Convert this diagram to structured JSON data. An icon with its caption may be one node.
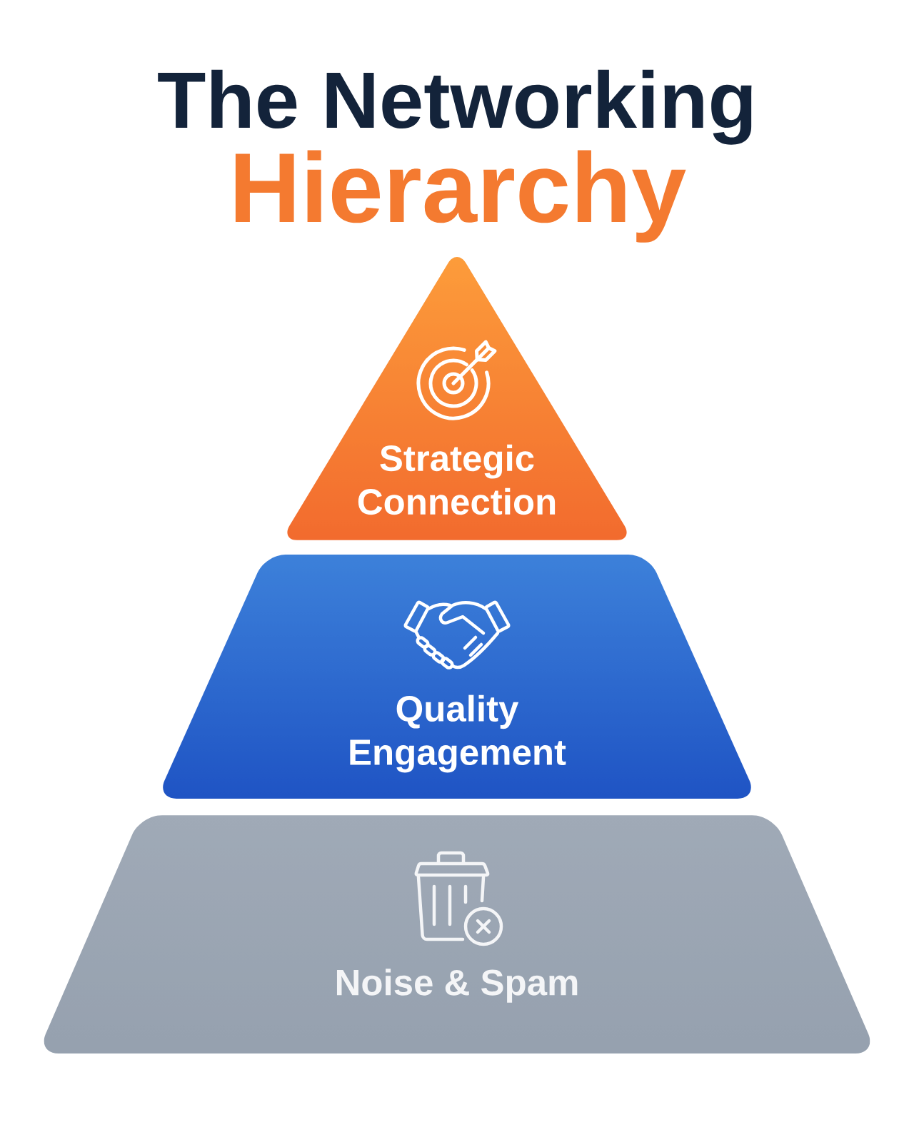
{
  "diagram": {
    "title": "The Networking Hierarchy",
    "nodes": [
      {
        "text": [
          "Strategic Connection"
        ]
      },
      {
        "text": [
          "Quality Engagement"
        ]
      },
      {
        "text": [
          "Noise & Spam"
        ]
      }
    ]
  }
}
